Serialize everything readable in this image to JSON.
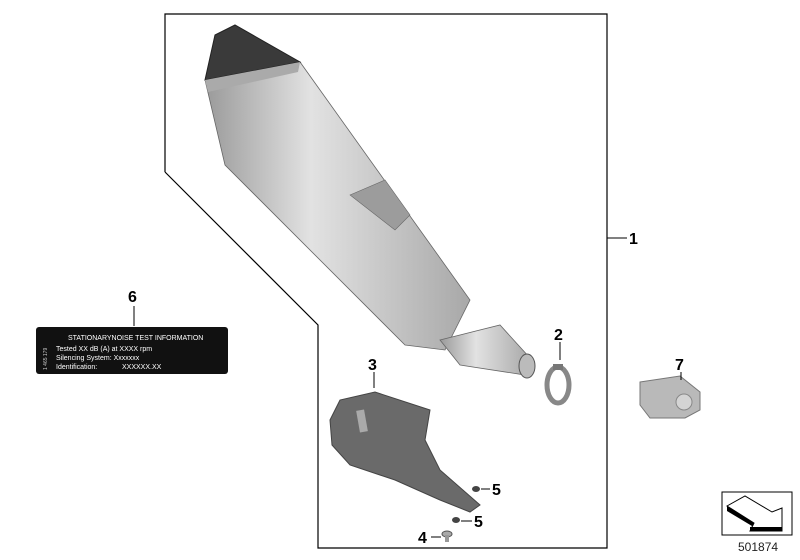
{
  "diagram_id": "501874",
  "callouts": [
    "1",
    "2",
    "3",
    "4",
    "5",
    "5",
    "6",
    "7"
  ],
  "noise_label": {
    "title": "STATIONARYNOISE TEST INFORMATION",
    "line1": "Tested XX dB (A) at XXXX rpm",
    "line2": "Silencing System: Xxxxxxx",
    "line3_key": "Identification:",
    "line3_value": "XXXXXX.XX",
    "side_number": "1 465 179"
  },
  "colors": {
    "muffler": "#c9c9c9",
    "end_cap": "#3a3a3a",
    "heat_shield": "#6a6a6a"
  }
}
